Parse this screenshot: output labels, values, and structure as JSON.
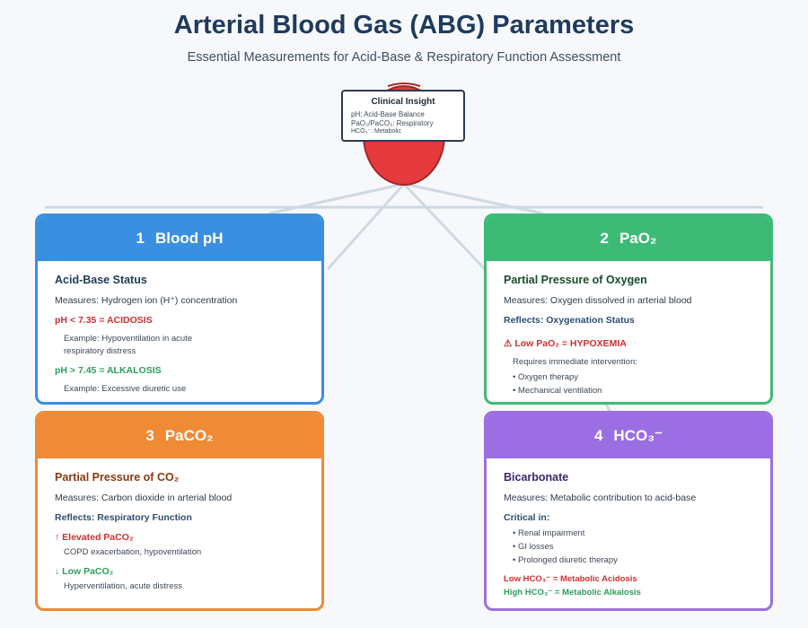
{
  "title": "Arterial Blood Gas (ABG) Parameters",
  "subtitle": "Essential Measurements for Acid-Base & Respiratory Function Assessment",
  "insight": {
    "title": "Clinical Insight",
    "lines": [
      "pH: Acid-Base Balance",
      "PaO₂/PaCO₂: Respiratory",
      "HCO₃⁻: Metabolic"
    ]
  },
  "cards": {
    "ph": {
      "number": "1",
      "label": "Blood pH",
      "section": "Acid-Base Status",
      "measures": "Measures: Hydrogen ion (H⁺) concentration",
      "low_rule": "pH < 7.35 = ACIDOSIS",
      "low_example": "Example: Hypoventilation in acute respiratory distress",
      "high_rule": "pH > 7.45 = ALKALOSIS",
      "high_example": "Example: Excessive diuretic use"
    },
    "pao2": {
      "number": "2",
      "label": "PaO₂",
      "section": "Partial Pressure of Oxygen",
      "measures": "Measures: Oxygen dissolved in arterial blood",
      "reflects": "Reflects: Oxygenation Status",
      "warning": "⚠ Low PaO₂ = HYPOXEMIA",
      "requires": "Requires immediate intervention:",
      "bullets": [
        "• Oxygen therapy",
        "• Mechanical ventilation"
      ]
    },
    "paco2": {
      "number": "3",
      "label": "PaCO₂",
      "section": "Partial Pressure of CO₂",
      "measures": "Measures: Carbon dioxide in arterial blood",
      "reflects": "Reflects: Respiratory Function",
      "elevated": "↑ Elevated PaCO₂",
      "elevated_detail": "COPD exacerbation, hypoventilation",
      "low": "↓ Low PaCO₂",
      "low_detail": "Hyperventilation, acute distress"
    },
    "hco3": {
      "number": "4",
      "label": "HCO₃⁻",
      "section": "Bicarbonate",
      "measures": "Measures: Metabolic contribution to acid-base",
      "critical": "Critical in:",
      "bullets": [
        "• Renal impairment",
        "• GI losses",
        "• Prolonged diuretic therapy"
      ],
      "low_rule": "Low HCO₃⁻ = Metabolic Acidosis",
      "high_rule": "High HCO₃⁻ = Metabolic Alkalosis"
    }
  },
  "colors": {
    "ph": "#3a8fe0",
    "pao2": "#3dbb76",
    "paco2": "#ef8a35",
    "hco3": "#9b6fe3",
    "heart": "#e53b3f",
    "connector": "#cfd9e3"
  }
}
